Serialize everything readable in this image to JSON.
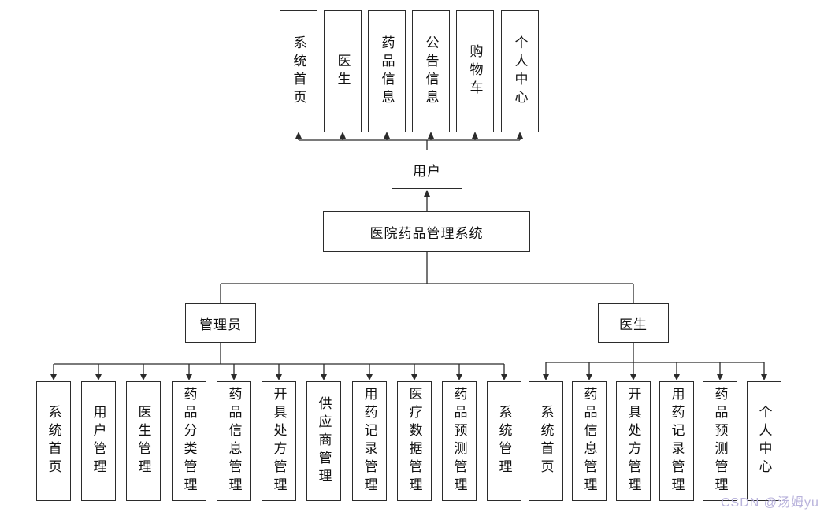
{
  "diagram": {
    "root_label": "医院药品管理系统",
    "user": {
      "label": "用户",
      "modules": [
        "系统首页",
        "医生",
        "药品信息",
        "公告信息",
        "购物车",
        "个人中心"
      ]
    },
    "admin": {
      "label": "管理员",
      "modules": [
        "系统首页",
        "用户管理",
        "医生管理",
        "药品分类管理",
        "药品信息管理",
        "开具处方管理",
        "供应商管理",
        "用药记录管理",
        "医疗数据管理",
        "药品预测管理",
        "系统管理"
      ]
    },
    "doctor": {
      "label": "医生",
      "modules": [
        "系统首页",
        "药品信息管理",
        "开具处方管理",
        "用药记录管理",
        "药品预测管理",
        "个人中心"
      ]
    },
    "watermark": "CSDN @汤姆yu",
    "colors": {
      "line": "#2b2b2b",
      "box_border": "#2b2b2b",
      "background": "#ffffff",
      "watermark": "#b9b3dc"
    }
  }
}
